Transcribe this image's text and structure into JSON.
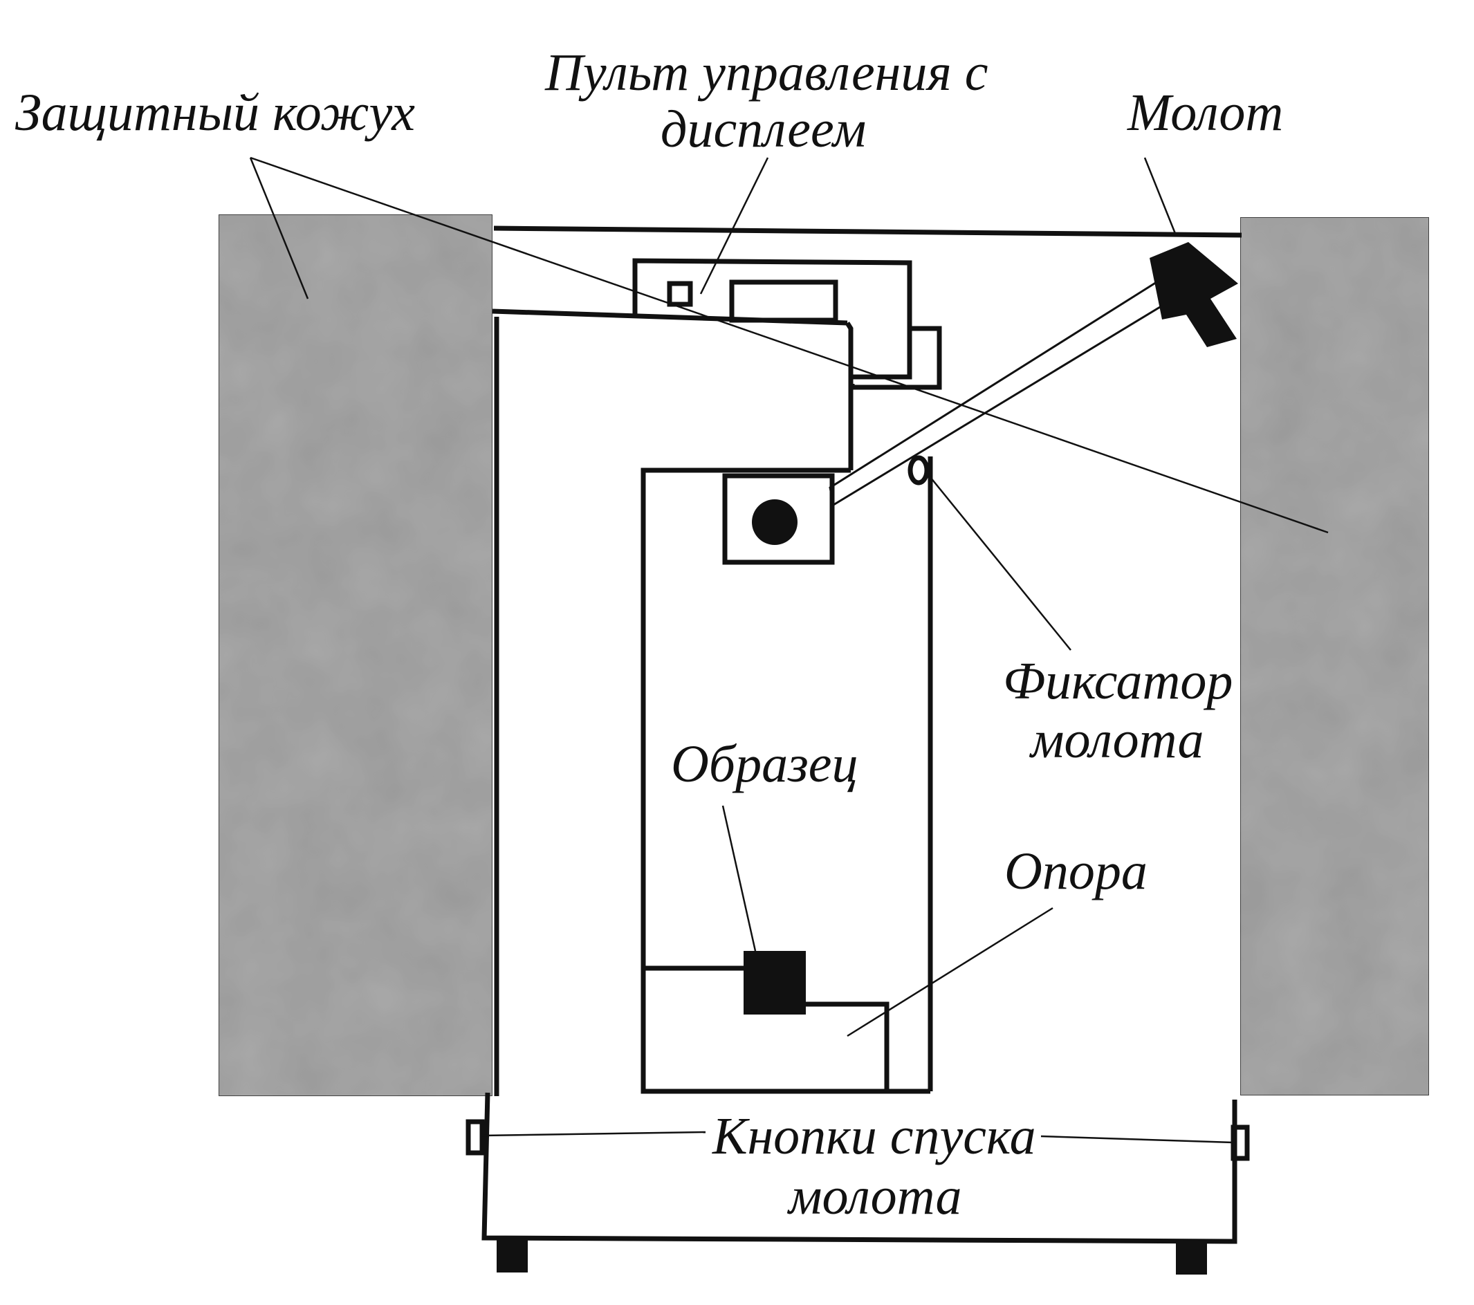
{
  "labels": {
    "shield": "Защитный кожух",
    "control_panel_line1": "Пульт управления с",
    "control_panel_line2": "дисплеем",
    "hammer": "Молот",
    "hammer_lock_line1": "Фиксатор",
    "hammer_lock_line2": "молота",
    "specimen": "Образец",
    "support": "Опора",
    "release_buttons_line1": "Кнопки спуска",
    "release_buttons_line2": "молота"
  },
  "colors": {
    "line": "#111111",
    "shield_fill": "#a9a9a9",
    "background": "#ffffff"
  }
}
